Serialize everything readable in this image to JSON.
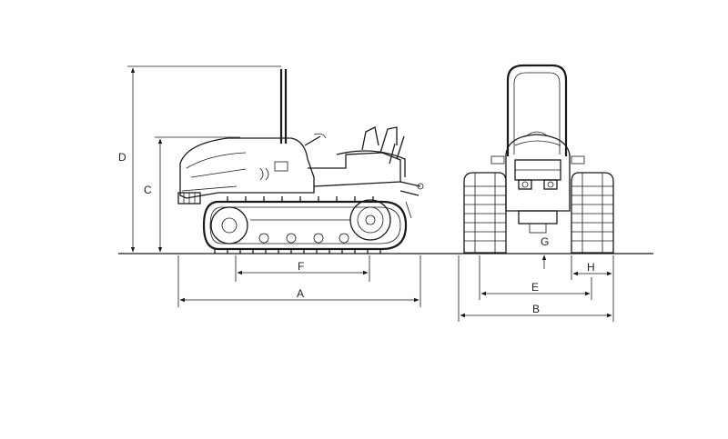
{
  "dimension_labels": {
    "A": "A",
    "B": "B",
    "C": "C",
    "D": "D",
    "E": "E",
    "F": "F",
    "G": "G",
    "H": "H"
  },
  "colors": {
    "line": "#1a1a1a",
    "background": "#ffffff"
  }
}
